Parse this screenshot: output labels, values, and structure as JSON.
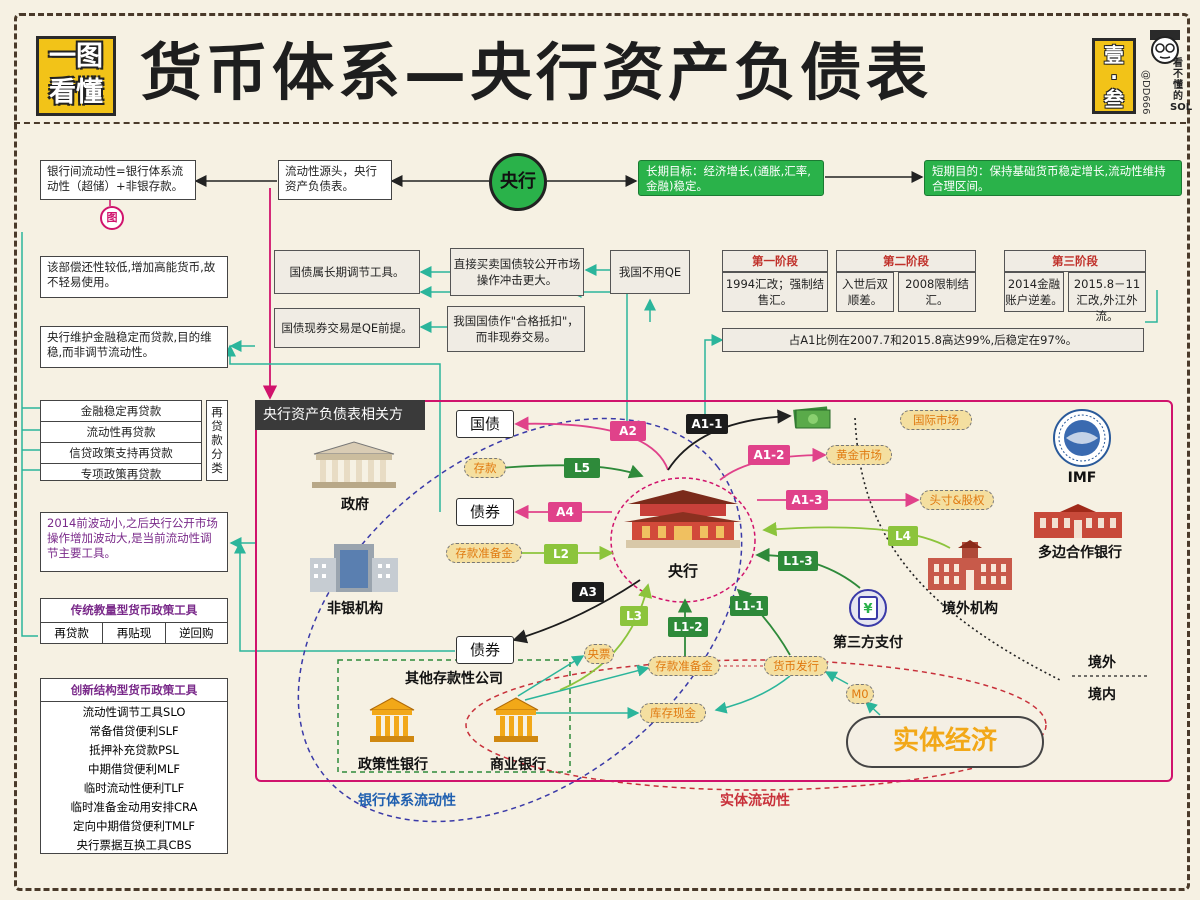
{
  "header": {
    "logo_line1": "一图",
    "logo_line2": "看懂",
    "title": "货币体系—央行资产负债表",
    "badge_line1": "壹",
    "badge_line2": "·",
    "badge_line3": "叁",
    "author_handle": "@DD666",
    "brand": "看不懂的SOL"
  },
  "top": {
    "interbank": "银行间流动性=银行体系流动性（超储）+非银存款。",
    "liquidity_source": "流动性源头，央行资产负债表。",
    "central_bank": "央行",
    "long_term_goal": "长期目标：经济增长,(通胀,汇率,金融)稳定。",
    "short_term_goal": "短期目的：保持基础货币稳定增长,流动性维持合理区间。",
    "tu_marker": "图"
  },
  "middle": {
    "low_repayment": "该部偿还性较低,增加高能货币,故不轻易使用。",
    "long_term_tool": "国债属长期调节工具。",
    "direct_trade": "直接买卖国债较公开市场操作冲击更大。",
    "no_qe": "我国不用QE",
    "spot_trade": "国债现券交易是QE前提。",
    "collateral": "我国国债作\"合格抵扣\"，而非现券交易。",
    "maintain_stability": "央行维护金融稳定而贷款,目的维稳,而非调节流动性。",
    "phases": [
      {
        "title": "第一阶段",
        "items": [
          "1994汇改；强制结售汇。"
        ]
      },
      {
        "title": "第二阶段",
        "items": [
          "入世后双顺差。",
          "2008限制结汇。"
        ]
      },
      {
        "title": "第三阶段",
        "items": [
          "2014金融账户逆差。",
          "2015.8－11汇改,外江外流。"
        ]
      }
    ],
    "a1_ratio": "占A1比例在2007.7和2015.8高达99%,后稳定在97%。"
  },
  "left": {
    "relending": [
      "金融稳定再贷款",
      "流动性再贷款",
      "信贷政策支持再贷款",
      "专项政策再贷款"
    ],
    "relending_label": "再贷款分类",
    "open_market": "2014前波动小,之后央行公开市场操作增加波动大,是当前流动性调节主要工具。",
    "traditional_title": "传统教量型货币政策工具",
    "traditional_items": [
      "再贷款",
      "再贴现",
      "逆回购"
    ],
    "innovative_title": "创新结构型货币政策工具",
    "innovative_items": [
      "流动性调节工具SLO",
      "常备借贷便利SLF",
      "抵押补充贷款PSL",
      "中期借贷便利MLF",
      "临时流动性便利TLF",
      "临时准备金动用安排CRA",
      "定向中期借贷便利TMLF",
      "央行票据互换工具CBS"
    ]
  },
  "panel": {
    "title": "央行资产负债表相关方",
    "central_bank": "央行",
    "government": "政府",
    "nonbank": "非银机构",
    "other_deposit": "其他存款性公司",
    "policy_bank": "政策性银行",
    "commercial_bank": "商业银行",
    "third_party": "第三方支付",
    "overseas": "境外机构",
    "imf": "IMF",
    "multilateral": "多边合作银行",
    "real_economy": "实体经济",
    "bank_liquidity": "银行体系流动性",
    "real_liquidity": "实体流动性",
    "outside": "境外",
    "inside": "境内",
    "boxes": {
      "treasury": "国债",
      "bond1": "债券",
      "bond2": "债券"
    },
    "tags": {
      "A2": "A2",
      "A1_1": "A1-1",
      "A1_2": "A1-2",
      "A1_3": "A1-3",
      "A4": "A4",
      "A3": "A3",
      "L5": "L5",
      "L2": "L2",
      "L3": "L3",
      "L1_2": "L1-2",
      "L1_1": "L1-1",
      "L1_3": "L1-3",
      "L4": "L4",
      "M0": "M0"
    },
    "ovals": {
      "intl_market": "国际市场",
      "gold": "黄金市场",
      "position": "头寸&股权",
      "deposit": "存款",
      "reserve1": "存款准备金",
      "bill": "央票",
      "reserve2": "存款准备金",
      "currency": "货币发行",
      "vault": "库存现金"
    }
  },
  "colors": {
    "green": "#2ab24a",
    "pink": "#e0428a",
    "magenta": "#d0136c",
    "teal": "#2bb59b",
    "navy": "#3a3aa8",
    "red": "#c8303a"
  }
}
